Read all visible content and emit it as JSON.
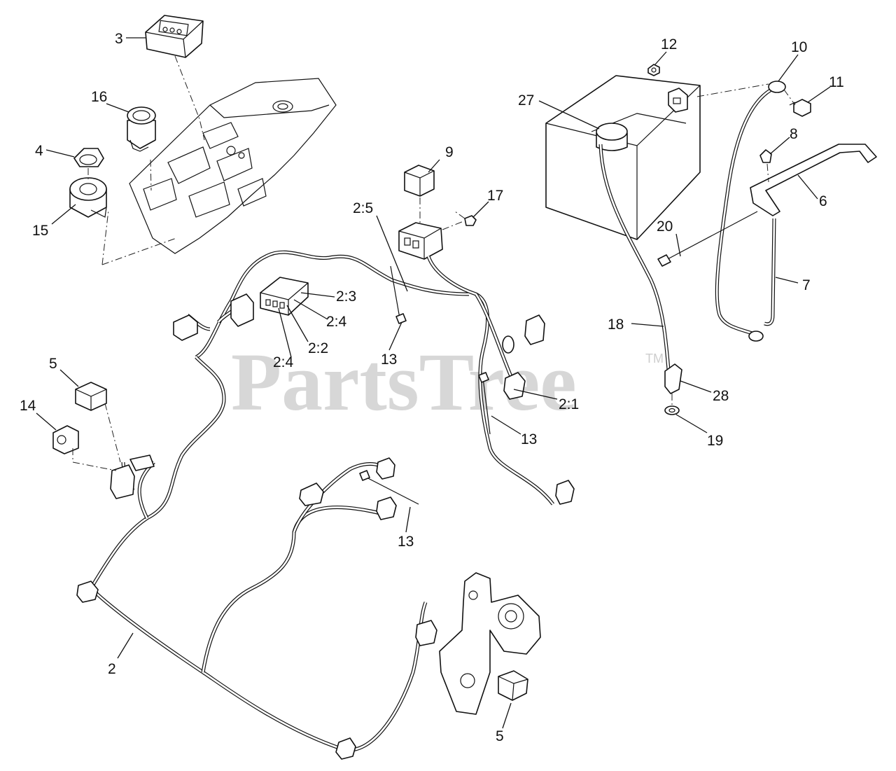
{
  "watermark": {
    "text": "PartsTree",
    "trademark": "TM"
  },
  "callouts": {
    "c3": "3",
    "c16": "16",
    "c4": "4",
    "c15": "15",
    "c12": "12",
    "c10": "10",
    "c11": "11",
    "c27": "27",
    "c8": "8",
    "c6": "6",
    "c20": "20",
    "c7": "7",
    "c9": "9",
    "c17": "17",
    "c2_5": "2:5",
    "c2_3": "2:3",
    "c2_4a": "2:4",
    "c2_2": "2:2",
    "c2_4b": "2:4",
    "c13a": "13",
    "c18": "18",
    "c28": "28",
    "c19": "19",
    "c2_1": "2:1",
    "c13b": "13",
    "c5a": "5",
    "c14": "14",
    "c13c": "13",
    "c2": "2",
    "c5b": "5"
  }
}
